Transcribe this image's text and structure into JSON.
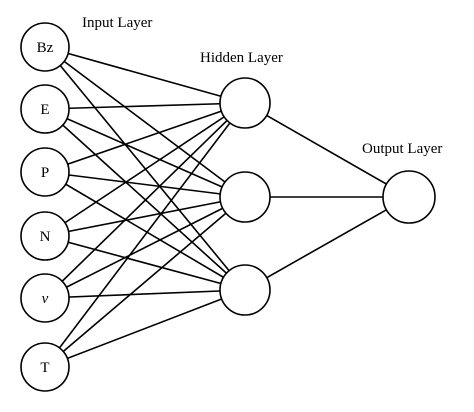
{
  "layers": {
    "input": {
      "title": "Input Layer",
      "nodes": [
        "Bz",
        "E",
        "P",
        "N",
        "ν",
        "T"
      ],
      "italic": [
        false,
        false,
        false,
        false,
        true,
        false
      ]
    },
    "hidden": {
      "title": "Hidden Layer",
      "nodes": [
        "",
        "",
        ""
      ]
    },
    "output": {
      "title": "Output Layer",
      "nodes": [
        ""
      ]
    }
  },
  "connections": "fully-connected",
  "colors": {
    "stroke": "#000000",
    "fill": "#ffffff"
  }
}
